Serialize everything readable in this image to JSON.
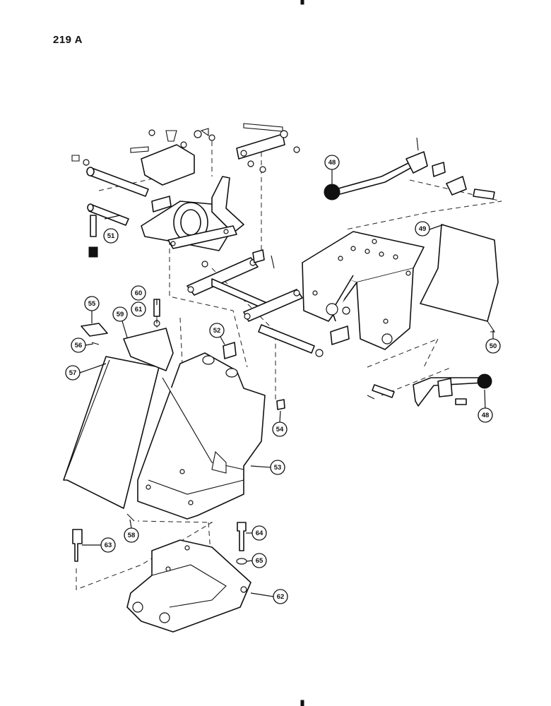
{
  "page": {
    "label": "219 A"
  },
  "callouts": [
    "48",
    "49",
    "50",
    "51",
    "52",
    "53",
    "54",
    "55",
    "56",
    "57",
    "58",
    "59",
    "60",
    "61",
    "62",
    "63",
    "64",
    "65"
  ],
  "colors": {
    "ink": "#111111",
    "paper": "#ffffff"
  }
}
